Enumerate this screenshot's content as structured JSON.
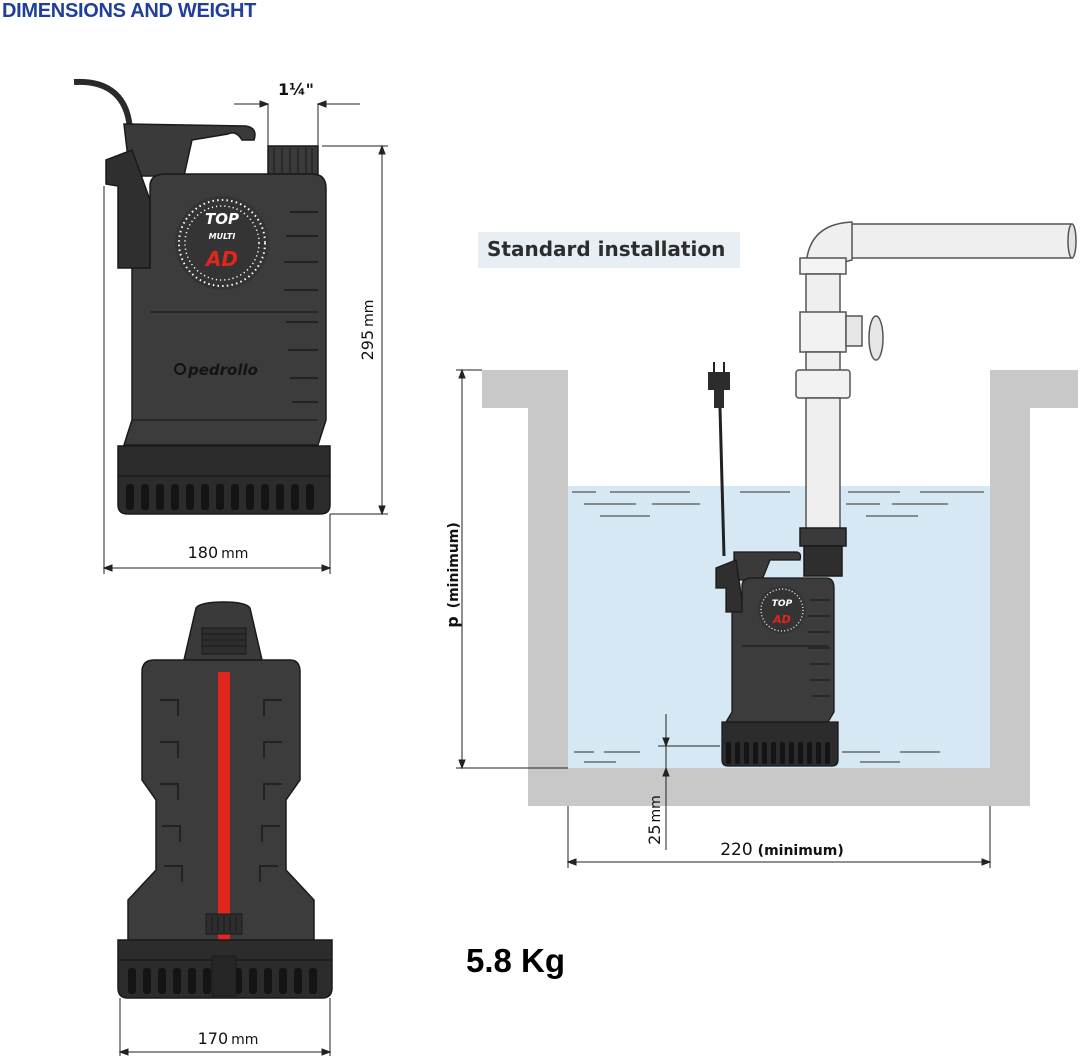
{
  "title": "DIMENSIONS AND WEIGHT",
  "colors": {
    "title_blue": "#1f3f9a",
    "pump_body": "#3c3c3c",
    "pump_dark": "#262626",
    "accent_red": "#e1261c",
    "water": "#d6e8f3",
    "wall_gray": "#c8c8c8",
    "pipe": "#efefef"
  },
  "dimensions": {
    "outlet_thread": "1¼\"",
    "height": "295",
    "height_unit": "mm",
    "width_front": "180",
    "width_front_unit": "mm",
    "width_side": "170",
    "width_side_unit": "mm",
    "clearance": "25",
    "clearance_unit": "mm",
    "sump_width": "220",
    "sump_width_note": "(minimum)",
    "depth_label": "p",
    "depth_note": "(minimum)"
  },
  "pump_labels": {
    "badge_top": "TOP",
    "badge_multi": "MULTI",
    "badge_ad": "AD",
    "brand": "pedrollo"
  },
  "installation": {
    "label": "Standard installation"
  },
  "weight": "5.8 Kg"
}
